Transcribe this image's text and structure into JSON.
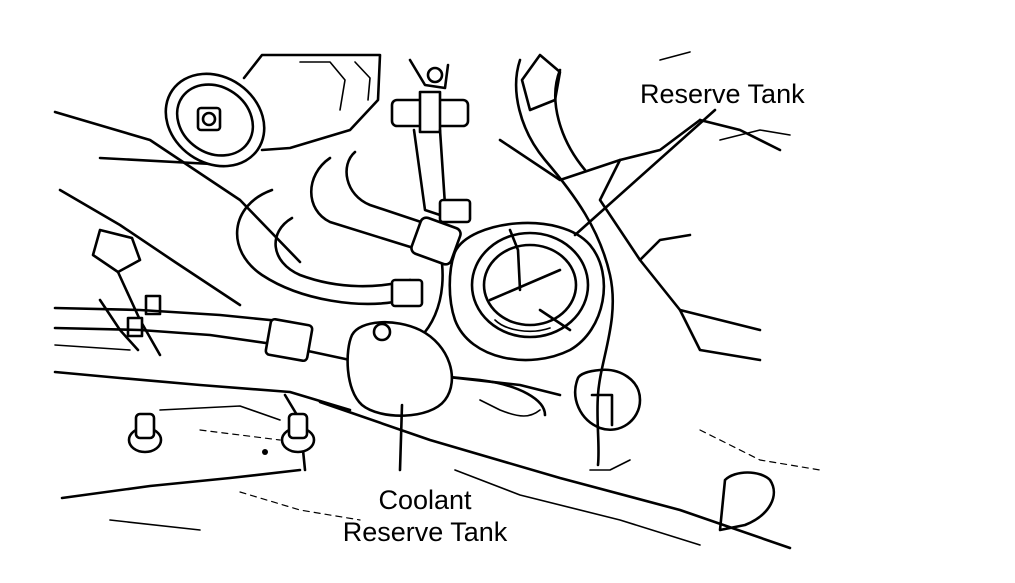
{
  "labels": {
    "reserve_tank": "Reserve Tank",
    "coolant_line1": "Coolant",
    "coolant_line2": "Reserve Tank"
  }
}
